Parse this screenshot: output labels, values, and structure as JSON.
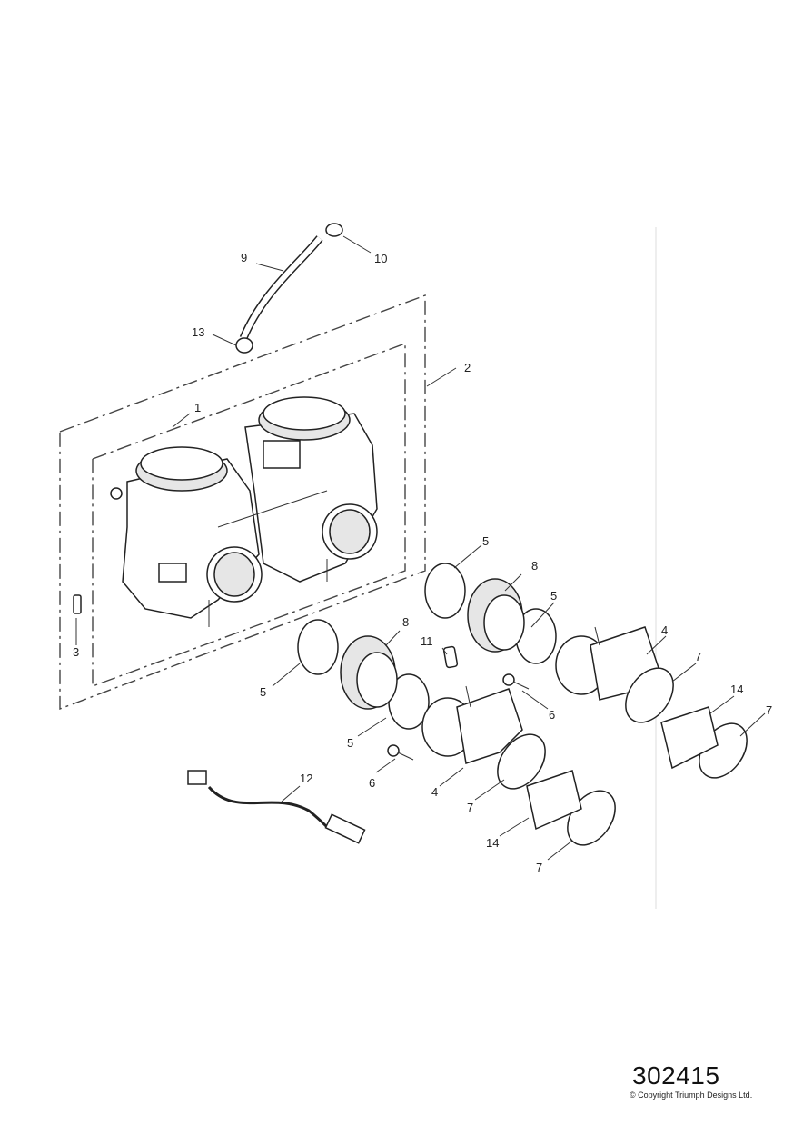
{
  "diagram": {
    "callouts": {
      "c1": "1",
      "c2": "2",
      "c3": "3",
      "c4a": "4",
      "c4b": "4",
      "c5a": "5",
      "c5b": "5",
      "c5c": "5",
      "c5d": "5",
      "c6a": "6",
      "c6b": "6",
      "c7a": "7",
      "c7b": "7",
      "c7c": "7",
      "c7d": "7",
      "c8a": "8",
      "c8b": "8",
      "c9": "9",
      "c10": "10",
      "c11": "11",
      "c12": "12",
      "c13": "13",
      "c14a": "14",
      "c14b": "14"
    },
    "reference_number": "302415",
    "copyright": "© Copyright Triumph Designs Ltd."
  }
}
